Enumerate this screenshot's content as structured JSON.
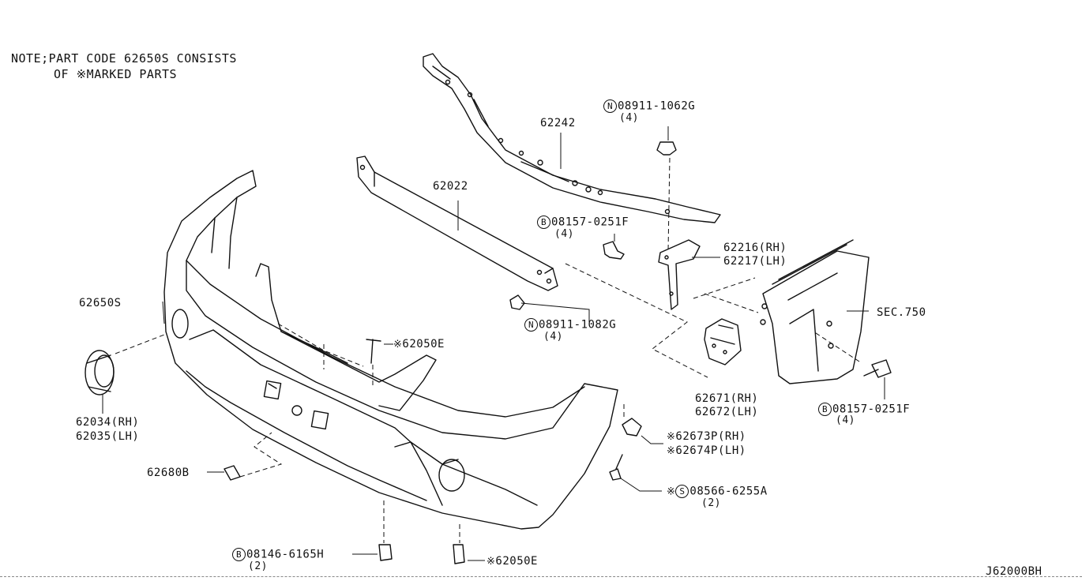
{
  "note": {
    "line1": "NOTE;PART CODE 62650S CONSISTS",
    "line2": "OF ※MARKED PARTS"
  },
  "diagram_code": "J62000BH",
  "callouts": {
    "p62242": "62242",
    "p62022": "62022",
    "p62650S": "62650S",
    "p62216": "62216(RH)",
    "p62217": "62217(LH)",
    "sec750": "SEC.750",
    "p62671": "62671(RH)",
    "p62672": "62672(LH)",
    "p62034": "62034(RH)",
    "p62035": "62035(LH)",
    "p62680B": "62680B",
    "p62673P": "62673P(RH)",
    "p62674P": "62674P(LH)",
    "p62050E_top": "62050E",
    "p62050E_bottom": "62050E"
  },
  "fasteners": {
    "nut_top": {
      "prefix": "N",
      "code": "08911-1062G",
      "qty": "(4)"
    },
    "bolt_left": {
      "prefix": "B",
      "code": "08157-0251F",
      "qty": "(4)"
    },
    "nut_mid": {
      "prefix": "N",
      "code": "08911-1082G",
      "qty": "(4)"
    },
    "bolt_right": {
      "prefix": "B",
      "code": "08157-0251F",
      "qty": "(4)"
    },
    "screw": {
      "prefix": "S",
      "code": "08566-6255A",
      "qty": "(2)"
    },
    "bolt_bottom": {
      "prefix": "B",
      "code": "08146-6165H",
      "qty": "(2)"
    }
  },
  "symbols": {
    "asterisk": "※"
  }
}
